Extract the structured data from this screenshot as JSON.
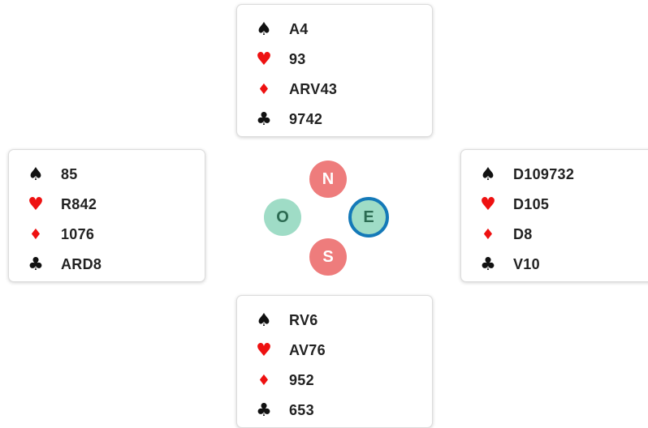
{
  "suits": {
    "spade_icon": "spade-icon",
    "heart_icon": "heart-icon",
    "diamond_icon": "diamond-icon",
    "club_icon": "club-icon",
    "spade": "♠",
    "heart": "♥",
    "diamond": "♦",
    "club": "♣"
  },
  "hands": {
    "north": {
      "spades": "A4",
      "hearts": "93",
      "diamonds": "ARV43",
      "clubs": "9742"
    },
    "west": {
      "spades": "85",
      "hearts": "R842",
      "diamonds": "1076",
      "clubs": "ARD8"
    },
    "east": {
      "spades": "D109732",
      "hearts": "D105",
      "diamonds": "D8",
      "clubs": "V10"
    },
    "south": {
      "spades": "RV6",
      "hearts": "AV76",
      "diamonds": "952",
      "clubs": "653"
    }
  },
  "compass": {
    "north": "N",
    "west": "O",
    "east": "E",
    "south": "S",
    "active_seat": "E"
  },
  "colors": {
    "red_suit": "#ee1111",
    "black_suit": "#111111",
    "seat_red": "#ee7c7c",
    "seat_green": "#9fdcc6",
    "active_ring": "#1479b8"
  }
}
